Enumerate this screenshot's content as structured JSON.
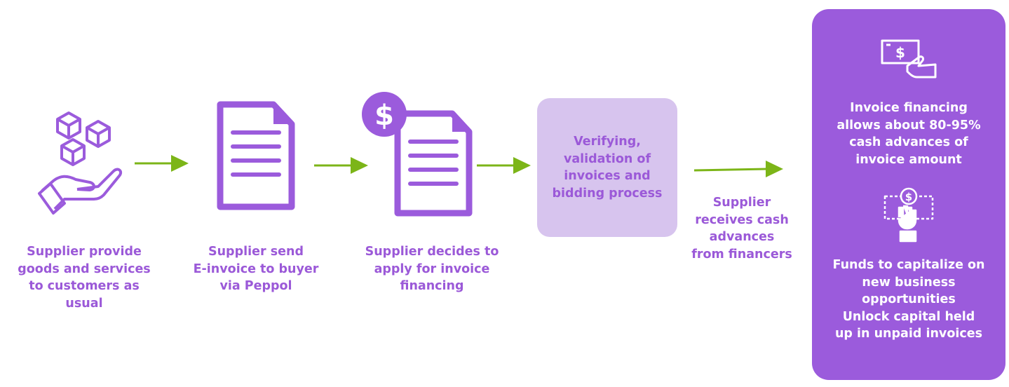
{
  "steps": [
    {
      "label": "Supplier provide\ngoods and services\nto customers as\nusual",
      "icon": "boxes-on-hand-icon"
    },
    {
      "label": "Supplier send\nE-invoice to buyer\nvia Peppol",
      "icon": "document-icon"
    },
    {
      "label": "Supplier decides to\napply for invoice\nfinancing",
      "icon": "dollar-document-icon"
    },
    {
      "label": "Verifying,\nvalidation of\ninvoices and\nbidding process"
    },
    {
      "label": "Supplier\nreceives cash\nadvances\nfrom financers"
    }
  ],
  "panel": {
    "top_text": "Invoice financing\nallows about 80-95%\ncash advances of\ninvoice amount",
    "bottom_text": "Funds to capitalize on\nnew business\nopportunities\nUnlock capital held\nup in unpaid invoices",
    "top_icon": "cash-in-hand-icon",
    "bottom_icon": "hand-taking-money-icon"
  },
  "colors": {
    "purple": "#9B5BDC",
    "light_purple": "#D7C4EE",
    "arrow_green": "#7CB518",
    "white": "#FFFFFF"
  }
}
